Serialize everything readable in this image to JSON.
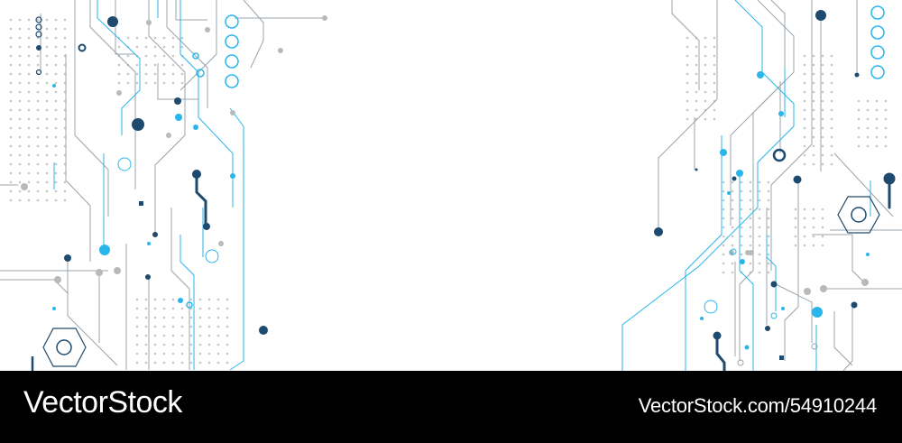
{
  "palette": {
    "navy": "#1d4a6e",
    "cyan": "#29b6ea",
    "gray": "#b9b9b9",
    "line_gray": "#9aa5ad",
    "footer_background": "#000000",
    "footer_text": "#ffffff"
  },
  "artwork": {
    "subject": "circuit-board-pattern",
    "icons": [
      "hexagon-nut-icon",
      "ring-pad-icon",
      "node-dot-icon"
    ]
  },
  "footer": {
    "brand": "VectorStock",
    "image_id": "VectorStock.com/54910244"
  }
}
